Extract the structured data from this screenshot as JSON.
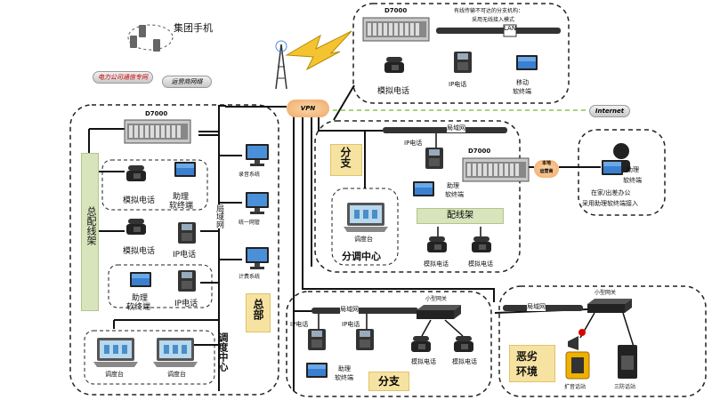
{
  "labels": {
    "group_phone": "集团手机",
    "wireless_note_1": "有线传输不可达的分支机构：",
    "wireless_note_2": "采用无线接入模式",
    "d7000": "D7000",
    "lan": "LAN",
    "analog_phone": "模拟电话",
    "ip_phone": "IP电话",
    "softphone_1": "移动",
    "softphone_2": "软终端",
    "power_net": "电力公司通信专网",
    "carrier_net": "运营商网络",
    "vpn": "VPN",
    "internet": "Internet",
    "zongpeixianjia": "总配线架",
    "lan_vertical": "局域网",
    "record_system": "录音系统",
    "nms": "统一网管",
    "billing": "计费系统",
    "assist_1": "助理",
    "assist_2": "软终端",
    "zongbu": "总部",
    "dispatch_center_v": "调度中心",
    "dispatch_desk": "调度台",
    "fenzhi": "分支",
    "lan_h": "局域网",
    "peixianjia": "配线架",
    "sub_dispatch_center": "分调中心",
    "local_carrier_1": "本地",
    "local_carrier_2": "运营商",
    "remote_assist_1": "在家/出差办公",
    "remote_assist_2": "采用助理软终端接入",
    "small_gateway": "小型网关",
    "harsh_1": "恶劣",
    "harsh_2": "环境",
    "broadcast_phone": "扩音话站",
    "explosion_phone": "三防话站"
  }
}
